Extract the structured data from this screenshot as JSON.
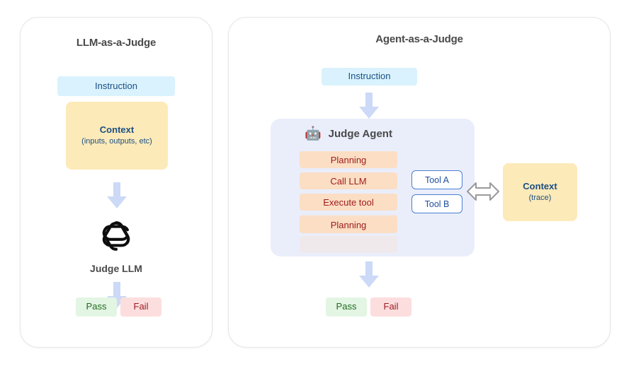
{
  "diagram": {
    "title_implicit": "LLM-as-a-Judge vs Agent-as-a-Judge",
    "colors": {
      "instruction_bg": "#d9f2fd",
      "instruction_text": "#1a4f82",
      "context_bg": "#fdeab9",
      "context_text": "#1a4f82",
      "step_bg": "#fbdec4",
      "step_text": "#a01c1c",
      "agent_bg": "#eaeefb",
      "tool_border": "#4a7fd4",
      "tool_text": "#1f4f9c",
      "pass_bg": "#e3f5e3",
      "pass_text": "#226b22",
      "fail_bg": "#fcdede",
      "fail_text": "#9e1c24",
      "arrow_fill": "#ccd9f7",
      "bi_arrow_stroke": "#9a9a9a",
      "panel_border": "#e6e6e8",
      "title_text": "#4a4a4a"
    }
  },
  "left_panel": {
    "title": "LLM-as-a-Judge",
    "instruction": {
      "label": "Instruction"
    },
    "context": {
      "label": "Context",
      "sublabel": "(inputs, outputs, etc)"
    },
    "judge": {
      "label": "Judge LLM",
      "icon": "openai-logo"
    },
    "outcomes": [
      {
        "label": "Pass",
        "kind": "pass"
      },
      {
        "label": "Fail",
        "kind": "fail"
      }
    ],
    "arrows": [
      {
        "name": "context-to-judge",
        "direction": "down"
      },
      {
        "name": "judge-to-outcome",
        "direction": "down"
      }
    ]
  },
  "right_panel": {
    "title": "Agent-as-a-Judge",
    "instruction": {
      "label": "Instruction"
    },
    "agent": {
      "emoji": "🤖",
      "label": "Judge Agent",
      "steps": [
        {
          "label": "Planning",
          "fade": "none"
        },
        {
          "label": "Call LLM",
          "fade": "none"
        },
        {
          "label": "Execute tool",
          "fade": "none"
        },
        {
          "label": "Planning",
          "fade": "none"
        },
        {
          "label": "",
          "fade": "heavy"
        }
      ],
      "tools": [
        {
          "label": "Tool A"
        },
        {
          "label": "Tool B"
        }
      ]
    },
    "context": {
      "label": "Context",
      "sublabel": "(trace)"
    },
    "outcomes": [
      {
        "label": "Pass",
        "kind": "pass"
      },
      {
        "label": "Fail",
        "kind": "fail"
      }
    ],
    "arrows": [
      {
        "name": "instruction-to-agent",
        "direction": "down"
      },
      {
        "name": "tools-context-exchange",
        "direction": "bidirectional"
      },
      {
        "name": "agent-to-outcome",
        "direction": "down"
      }
    ]
  }
}
